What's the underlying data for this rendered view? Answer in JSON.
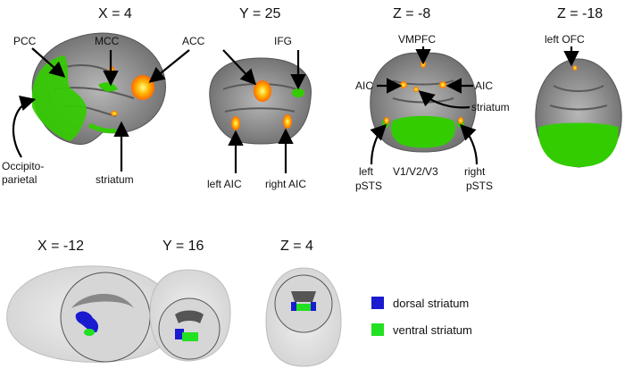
{
  "panel_titles": {
    "x4": "X = 4",
    "y25": "Y = 25",
    "zm8": "Z = -8",
    "zm18": "Z = -18",
    "xm12": "X = -12",
    "y16": "Y = 16",
    "z4": "Z = 4"
  },
  "annotations": {
    "pcc": "PCC",
    "mcc": "MCC",
    "acc": "ACC",
    "ifg": "IFG",
    "occipito1": "Occipito-",
    "occipito2": "parietal",
    "striatum_x4": "striatum",
    "left_aic": "left AIC",
    "right_aic": "right AIC",
    "vmpfc": "VMPFC",
    "aic_left": "AIC",
    "aic_right": "AIC",
    "striatum_z": "striatum",
    "left_pSTS1": "left",
    "left_pSTS2": "pSTS",
    "v1v2v3": "V1/V2/V3",
    "right_pSTS1": "right",
    "right_pSTS2": "pSTS",
    "left_ofc": "left OFC"
  },
  "legend": {
    "items": [
      {
        "label": "dorsal striatum",
        "color": "#1a1ad0"
      },
      {
        "label": "ventral striatum",
        "color": "#22e022"
      }
    ]
  },
  "colors": {
    "activation_hot": "#ff9a00",
    "activation_core": "#ffff66",
    "activation_green": "#33cc00",
    "brain_gray": "#9a9a9a"
  }
}
